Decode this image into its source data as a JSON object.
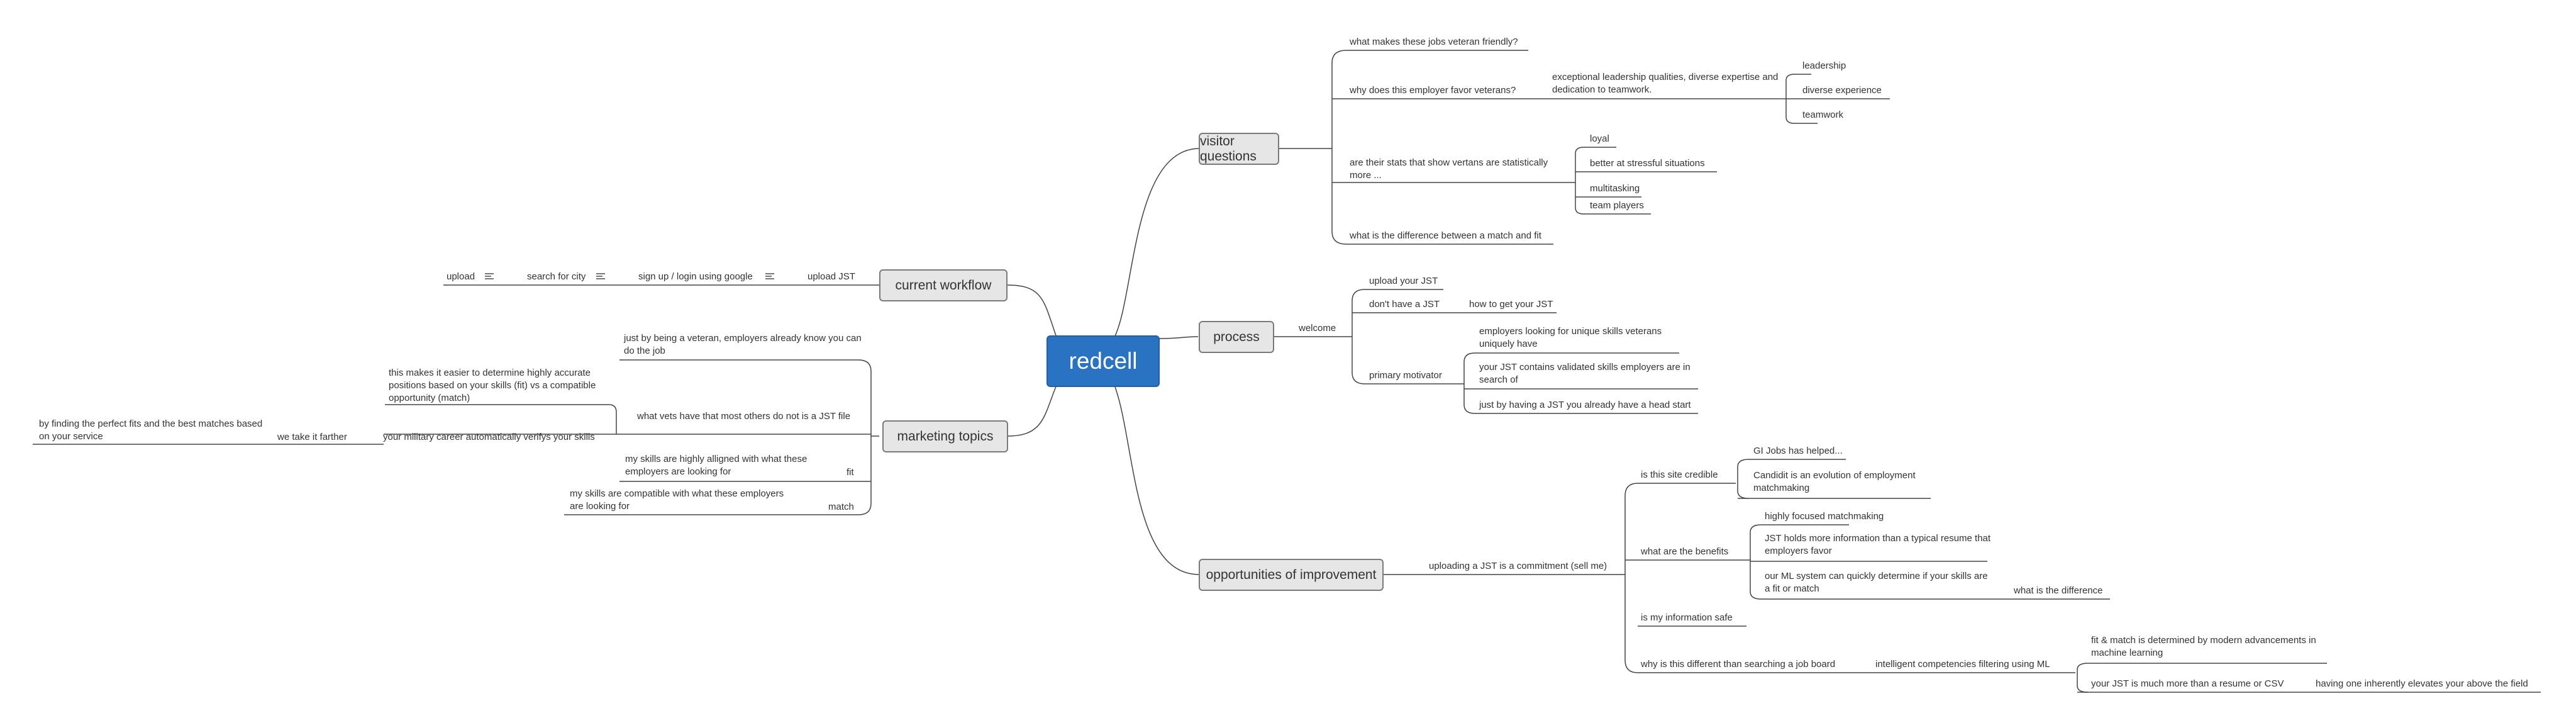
{
  "central": "redcell",
  "topics": {
    "visitor_questions": "visitor questions",
    "process": "process",
    "opportunities": "opportunities of improvement",
    "current_workflow": "current workflow",
    "marketing_topics": "marketing topics"
  },
  "visitor": {
    "q1": "what makes these jobs veteran friendly?",
    "q2": "why does this employer favor veterans?",
    "q2_answer": "exceptional leadership qualities, diverse expertise and dedication to teamwork.",
    "q2_items": [
      "leadership",
      "diverse experience",
      "teamwork"
    ],
    "q3": "are their stats that show vertans are statistically more ...",
    "q3_items": [
      "loyal",
      "better at stressful situations",
      "multitasking",
      "team players"
    ],
    "q4": "what is the difference between a match and fit"
  },
  "process": {
    "welcome": "welcome",
    "upload": "upload your JST",
    "dont_have": "don't have a JST",
    "how_to_get": "how to get your JST",
    "primary_motivator": "primary motivator",
    "motivators": [
      "employers looking for unique skills veterans uniquely have",
      "your JST contains validated skills employers are in search of",
      "just by having a JST you already have a head start"
    ]
  },
  "opportunities": {
    "commitment": "uploading a JST is a commitment (sell me)",
    "credible": "is this site credible",
    "credible_items": [
      "GI Jobs has helped...",
      "Candidit is an evolution of employment matchmaking"
    ],
    "benefits": "what are the benefits",
    "benefit_items": [
      "highly focused matchmaking",
      "JST holds more information than a typical resume that employers favor",
      "our ML system can quickly determine if your skills are a fit or match"
    ],
    "difference": "what is the difference",
    "safe": "is my information safe",
    "job_board": "why is this different than searching a job board",
    "ml_filter": "intelligent competencies filtering using ML",
    "ml_items": [
      "fit & match is determined by modern advancements in machine learning",
      "your JST is much more than a resume or CSV"
    ],
    "elevates": "having one inherently elevates your above the field"
  },
  "workflow": {
    "items": [
      "upload JST",
      "sign up / login using google",
      "search for city",
      "upload"
    ]
  },
  "marketing": {
    "m1": "just by being a veteran, employers already know you can do the job",
    "m2": "what vets have that most others do not is a JST file",
    "m2_child": "this makes it easier to determine highly accurate positions based on your skills (fit) vs a compatible opportunity (match)",
    "m2_child2": "your military career automatically verifys your skills",
    "m2_child3": "we take it farther",
    "m2_child4": "by finding the perfect fits and the best matches based on your service",
    "fit": "fit",
    "fit_child": "my skills are highly alligned with what these employers are looking for",
    "match": "match",
    "match_child": "my skills are compatible with what these employers are looking for"
  },
  "colors": {
    "central_fill": "#2a73c2",
    "topic_fill": "#e6e6e6",
    "line": "#444444"
  },
  "icons": {
    "note": "note-icon"
  }
}
